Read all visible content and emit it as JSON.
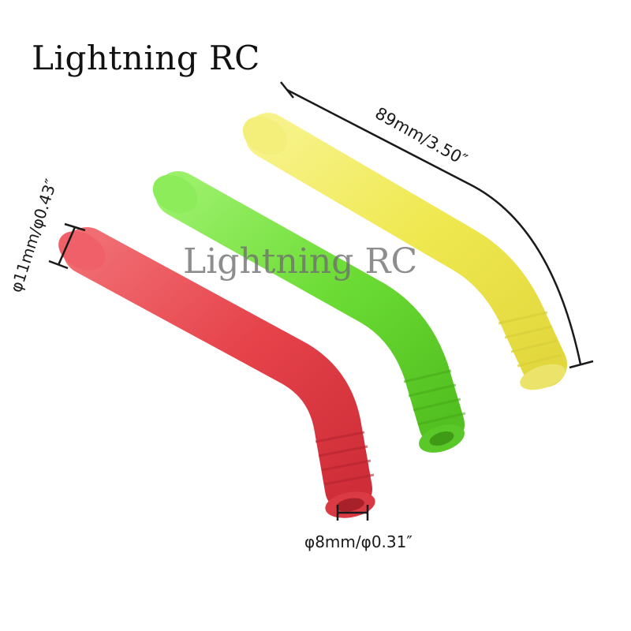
{
  "brand": {
    "title": "Lightning RC"
  },
  "watermark": {
    "text": "Lightning RC"
  },
  "dimensions": {
    "length": "89mm/3.50″",
    "outer_diameter": "φ11mm/φ0.43″",
    "inner_diameter": "φ8mm/φ0.31″"
  },
  "tubes": [
    {
      "color_name": "yellow",
      "color": "#f2ec5e"
    },
    {
      "color_name": "green",
      "color": "#72e03a"
    },
    {
      "color_name": "red",
      "color": "#e8464e"
    }
  ]
}
